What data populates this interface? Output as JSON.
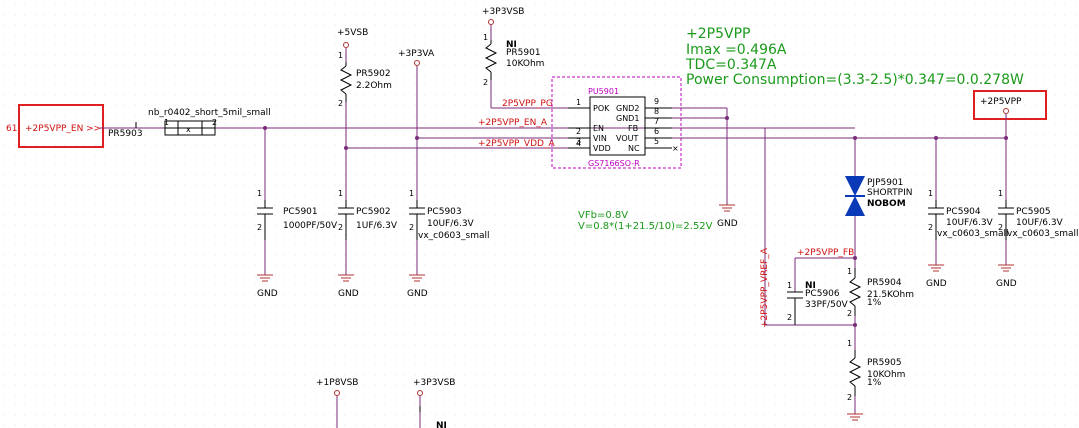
{
  "left_port": {
    "net": "+2P5VPP_EN",
    "prefix": "61"
  },
  "right_port": {
    "net": "+2P5VPP"
  },
  "power_nets": {
    "p5vsb": "+5VSB",
    "p3v3va": "+3P3VA",
    "p3v3vsb_top": "+3P3VSB",
    "p1v8vsb": "+1P8VSB",
    "p3v3vsb_bottom": "+3P3VSB"
  },
  "notes_top": {
    "title": "+2P5VPP",
    "imax": "Imax =0.496A",
    "tdc": "TDC=0.347A",
    "power": "Power Consumption=(3.3-2.5)*0.347=0.0.278W"
  },
  "notes_vfb": {
    "vfb": "VFb=0.8V",
    "vcalc": "V=0.8*(1+21.5/10)=2.52V"
  },
  "ic": {
    "ref": "PU5901",
    "part": "GS7166SO-R",
    "left_pins": [
      {
        "num": "1",
        "name": "POK"
      },
      {
        "num": "2",
        "name": "EN"
      },
      {
        "num": "3",
        "name": "VIN"
      },
      {
        "num": "4",
        "name": "VDD"
      }
    ],
    "right_pins": [
      {
        "num": "9",
        "name": "GND2"
      },
      {
        "num": "8",
        "name": "GND1"
      },
      {
        "num": "7",
        "name": "FB"
      },
      {
        "num": "6",
        "name": "VOUT"
      },
      {
        "num": "5",
        "name": "NC"
      }
    ]
  },
  "net_labels": {
    "pg": "2P5VPP_PG",
    "en_a": "+2P5VPP_EN_A",
    "vdd_a": "+2P5VPP_VDD_A",
    "fb": "+2P5VPP_FB",
    "vref_a": "+2P5VPP_VREF_A"
  },
  "components": {
    "pr5903": {
      "ref": "PR5903",
      "part": "nb_r0402_short_5mil_small",
      "pin1": "1",
      "pin2": "2"
    },
    "pr5901": {
      "ref": "PR5901",
      "value": "10KOhm",
      "flag": "NI",
      "pin1": "1",
      "pin2": "2"
    },
    "pr5902": {
      "ref": "PR5902",
      "value": "2.2Ohm",
      "pin1": "1",
      "pin2": "2"
    },
    "pc5901": {
      "ref": "PC5901",
      "value": "1000PF/50V",
      "pin1": "1",
      "pin2": "2"
    },
    "pc5902": {
      "ref": "PC5902",
      "value": "1UF/6.3V",
      "pin1": "1",
      "pin2": "2"
    },
    "pc5903": {
      "ref": "PC5903",
      "value": "10UF/6.3V",
      "pkg": "vx_c0603_small",
      "pin1": "1",
      "pin2": "2"
    },
    "pjp5901": {
      "ref": "PJP5901",
      "value": "SHORTPIN",
      "flag": "NOBOM"
    },
    "pc5904": {
      "ref": "PC5904",
      "value": "10UF/6.3V",
      "pkg": "vx_c0603_small",
      "pin1": "1",
      "pin2": "2"
    },
    "pc5905": {
      "ref": "PC5905",
      "value": "10UF/6.3V",
      "pkg": "vx_c0603_small",
      "pin1": "1",
      "pin2": "2"
    },
    "pr5904": {
      "ref": "PR5904",
      "value": "21.5KOhm",
      "tol": "1%",
      "pin1": "1",
      "pin2": "2"
    },
    "pc5906": {
      "ref": "PC5906",
      "value": "33PF/50V",
      "flag": "NI",
      "pin1": "1",
      "pin2": "2"
    },
    "pr5905": {
      "ref": "PR5905",
      "value": "10KOhm",
      "tol": "1%",
      "pin1": "1",
      "pin2": "2"
    },
    "ni_bottom": {
      "flag": "NI"
    }
  },
  "gnd_label": "GND",
  "colors": {
    "highlight": "#e02020",
    "net": "#7a2a7a",
    "part": "#c000c0",
    "note": "#1a9a1a",
    "diode": "#0a3ab8"
  }
}
